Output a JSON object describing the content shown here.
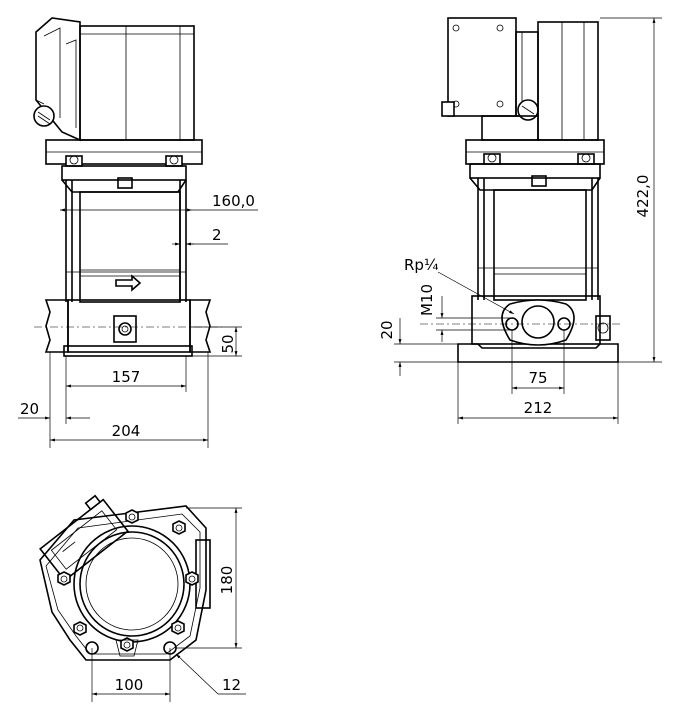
{
  "front_view": {
    "dim_160": "160,0",
    "dim_2": "2",
    "dim_50": "50",
    "dim_157": "157",
    "dim_20": "20",
    "dim_204": "204"
  },
  "side_view": {
    "label_rp": "Rp¼",
    "label_m10": "M10",
    "dim_422": "422,0",
    "dim_20": "20",
    "dim_75": "75",
    "dim_212": "212"
  },
  "top_view": {
    "dim_180": "180",
    "dim_100": "100",
    "dim_12": "12"
  }
}
